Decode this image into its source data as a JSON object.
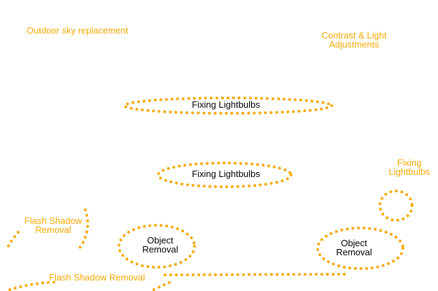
{
  "colors": {
    "accent": "#f5a800",
    "text_dark": "#000000",
    "background": "#ffffff"
  },
  "labels": {
    "outdoor_sky": "Outdoor sky replacement",
    "contrast_light": "Contrast & Light\nAdjustments",
    "fixing_top": "Fixing Lightbulbs",
    "fixing_mid": "Fixing Lightbulbs",
    "fixing_right": "Fixing\nLightbulbs",
    "flash_shadow_left": "Flash Shadow\nRemoval",
    "flash_shadow_bottom": "Flash Shadow Removal",
    "object_removal_left": "Object\nRemoval",
    "object_removal_right": "Object\nRemoval"
  }
}
